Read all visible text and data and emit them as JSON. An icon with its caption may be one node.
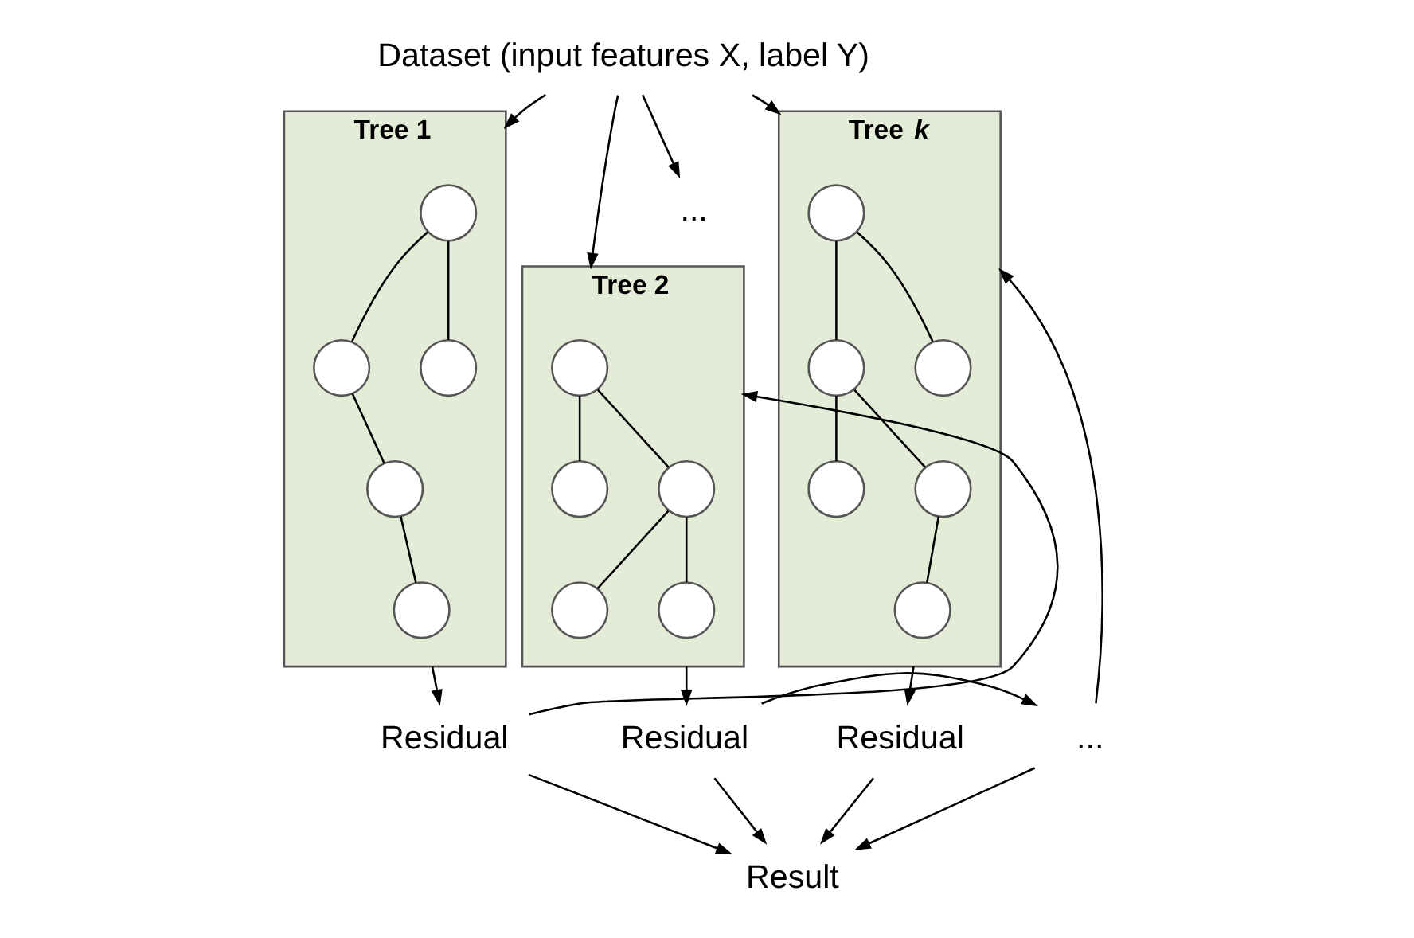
{
  "diagram": {
    "nodes": [
      {
        "text": [
          "Dataset (input features X, label Y)"
        ]
      },
      {
        "text": [
          "Tree 1"
        ]
      },
      {
        "text": [],
        "shape": "circle",
        "in": 1
      },
      {
        "text": [],
        "shape": "circle",
        "in": 1
      },
      {
        "text": [],
        "shape": "circle",
        "in": 1
      },
      {
        "text": [],
        "shape": "circle",
        "in": 1
      },
      {
        "text": [],
        "shape": "circle",
        "in": 1
      },
      {
        "text": [
          "Tree 2"
        ]
      },
      {
        "text": [],
        "shape": "circle",
        "in": 7
      },
      {
        "text": [],
        "shape": "circle",
        "in": 7
      },
      {
        "text": [],
        "shape": "circle",
        "in": 7
      },
      {
        "text": [],
        "shape": "circle",
        "in": 7
      },
      {
        "text": [],
        "shape": "circle",
        "in": 7
      },
      {
        "text": [
          "..."
        ]
      },
      {
        "text": [
          "Tree *k*"
        ]
      },
      {
        "text": [],
        "shape": "circle",
        "in": 14
      },
      {
        "text": [],
        "shape": "circle",
        "in": 14
      },
      {
        "text": [],
        "shape": "circle",
        "in": 14
      },
      {
        "text": [],
        "shape": "circle",
        "in": 14
      },
      {
        "text": [],
        "shape": "circle",
        "in": 14
      },
      {
        "text": [],
        "shape": "circle",
        "in": 14
      },
      {
        "text": [
          "Residual"
        ]
      },
      {
        "text": [
          "Residual"
        ]
      },
      {
        "text": [
          "..."
        ]
      },
      {
        "text": [
          "Residual"
        ]
      },
      {
        "text": [
          "Result"
        ]
      }
    ],
    "edges": [
      {
        "from": 0,
        "to": 1,
        "arrow": "to"
      },
      {
        "from": 0,
        "to": 7,
        "arrow": "to"
      },
      {
        "from": 0,
        "to": 13,
        "arrow": "to"
      },
      {
        "from": 0,
        "to": 14,
        "arrow": "to"
      },
      {
        "from": 2,
        "to": 3,
        "arrow": "none"
      },
      {
        "from": 2,
        "to": 4,
        "arrow": "none"
      },
      {
        "from": 3,
        "to": 5,
        "arrow": "none"
      },
      {
        "from": 5,
        "to": 6,
        "arrow": "none"
      },
      {
        "from": 8,
        "to": 9,
        "arrow": "none"
      },
      {
        "from": 8,
        "to": 10,
        "arrow": "none"
      },
      {
        "from": 10,
        "to": 11,
        "arrow": "none"
      },
      {
        "from": 10,
        "to": 12,
        "arrow": "none"
      },
      {
        "from": 15,
        "to": 16,
        "arrow": "none"
      },
      {
        "from": 15,
        "to": 17,
        "arrow": "none"
      },
      {
        "from": 16,
        "to": 18,
        "arrow": "none"
      },
      {
        "from": 16,
        "to": 19,
        "arrow": "none"
      },
      {
        "from": 19,
        "to": 20,
        "arrow": "none"
      },
      {
        "from": 1,
        "to": 21,
        "arrow": "to"
      },
      {
        "from": 7,
        "to": 22,
        "arrow": "to"
      },
      {
        "from": 14,
        "to": 24,
        "arrow": "to"
      },
      {
        "from": 21,
        "to": 7,
        "arrow": "to"
      },
      {
        "from": 22,
        "to": 23,
        "arrow": "to"
      },
      {
        "from": 23,
        "to": 14,
        "arrow": "to"
      },
      {
        "from": 21,
        "to": 25,
        "arrow": "to"
      },
      {
        "from": 22,
        "to": 25,
        "arrow": "to"
      },
      {
        "from": 23,
        "to": 25,
        "arrow": "to"
      },
      {
        "from": 24,
        "to": 25,
        "arrow": "to"
      }
    ]
  }
}
